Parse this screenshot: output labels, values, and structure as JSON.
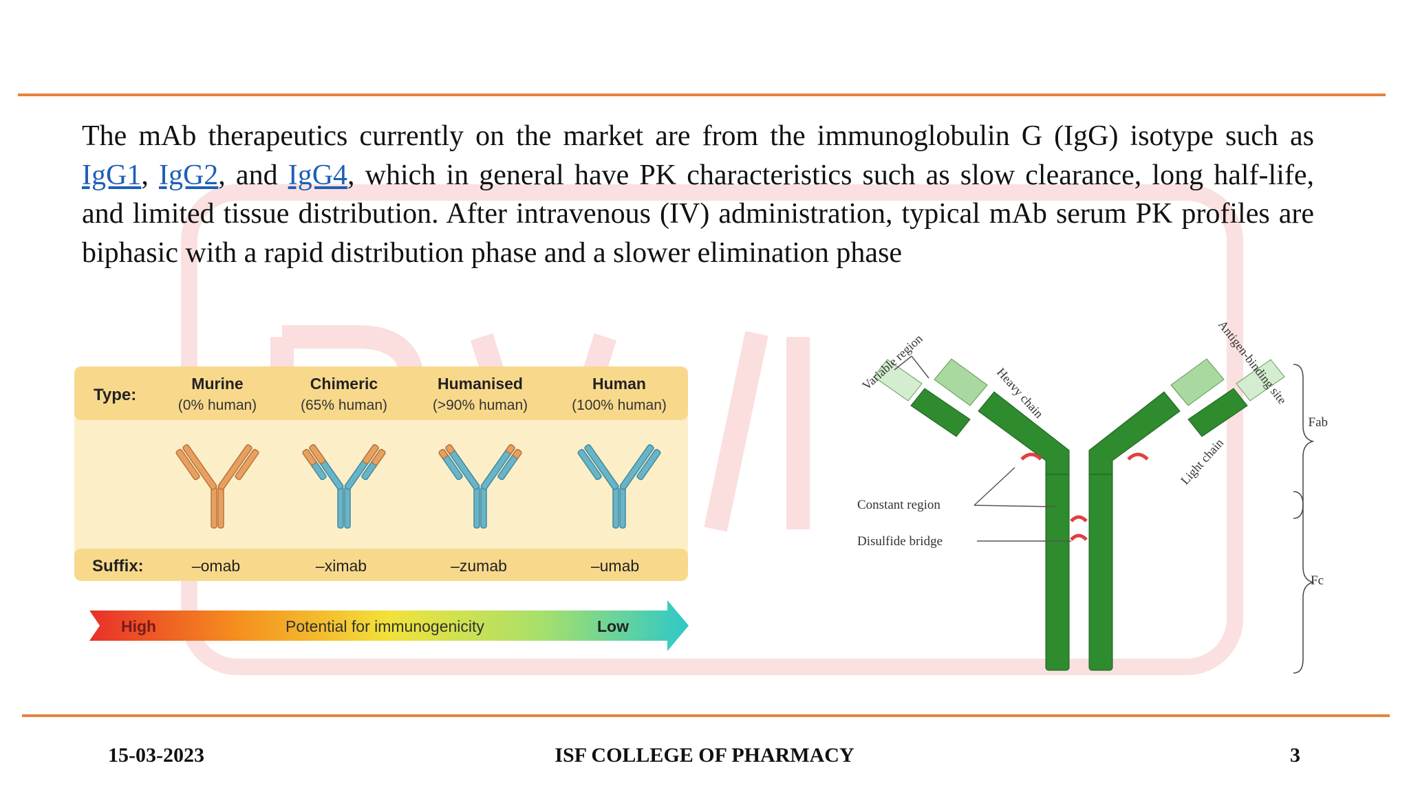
{
  "body": {
    "sentence1_start": "The mAb therapeutics currently on the market are from the immunoglobulin G (IgG) isotype such as ",
    "link1": "IgG1",
    "sep1": ", ",
    "link2": "IgG2",
    "sep2": ", and ",
    "link3": "IgG4",
    "sentence1_end": ", which in general have PK characteristics such as slow clearance, long half-life, and limited tissue distribution. After intravenous (IV) administration, typical mAb serum PK profiles are biphasic with a rapid distribution phase and a slower elimination phase"
  },
  "antibody_types": {
    "type_label": "Type:",
    "suffix_label": "Suffix:",
    "types": [
      {
        "name": "Murine",
        "percent": "(0% human)",
        "suffix": "–omab"
      },
      {
        "name": "Chimeric",
        "percent": "(65% human)",
        "suffix": "–ximab"
      },
      {
        "name": "Humanised",
        "percent": "(>90% human)",
        "suffix": "–zumab"
      },
      {
        "name": "Human",
        "percent": "(100% human)",
        "suffix": "–umab"
      }
    ],
    "arrow": {
      "high": "High",
      "middle": "Potential for immunogenicity",
      "low": "Low"
    },
    "colors": {
      "murine": "#e8a060",
      "human": "#6ab4c8",
      "panel": "#fcefc8",
      "band": "#f8d98c"
    }
  },
  "igg_structure": {
    "variable_region": "Variable region",
    "heavy_chain": "Heavy chain",
    "light_chain": "Light chain",
    "antigen_binding_site": "Antigen-binding site",
    "constant_region": "Constant region",
    "disulfide_bridge": "Disulfide bridge",
    "fab": "Fab",
    "fc": "Fc",
    "colors": {
      "dark_green": "#2e8b2e",
      "light_green": "#a9d8a0",
      "pale_green": "#d4ecd0",
      "bridge": "#e04040"
    }
  },
  "footer": {
    "date": "15-03-2023",
    "college": "ISF COLLEGE OF PHARMACY",
    "page": "3"
  }
}
